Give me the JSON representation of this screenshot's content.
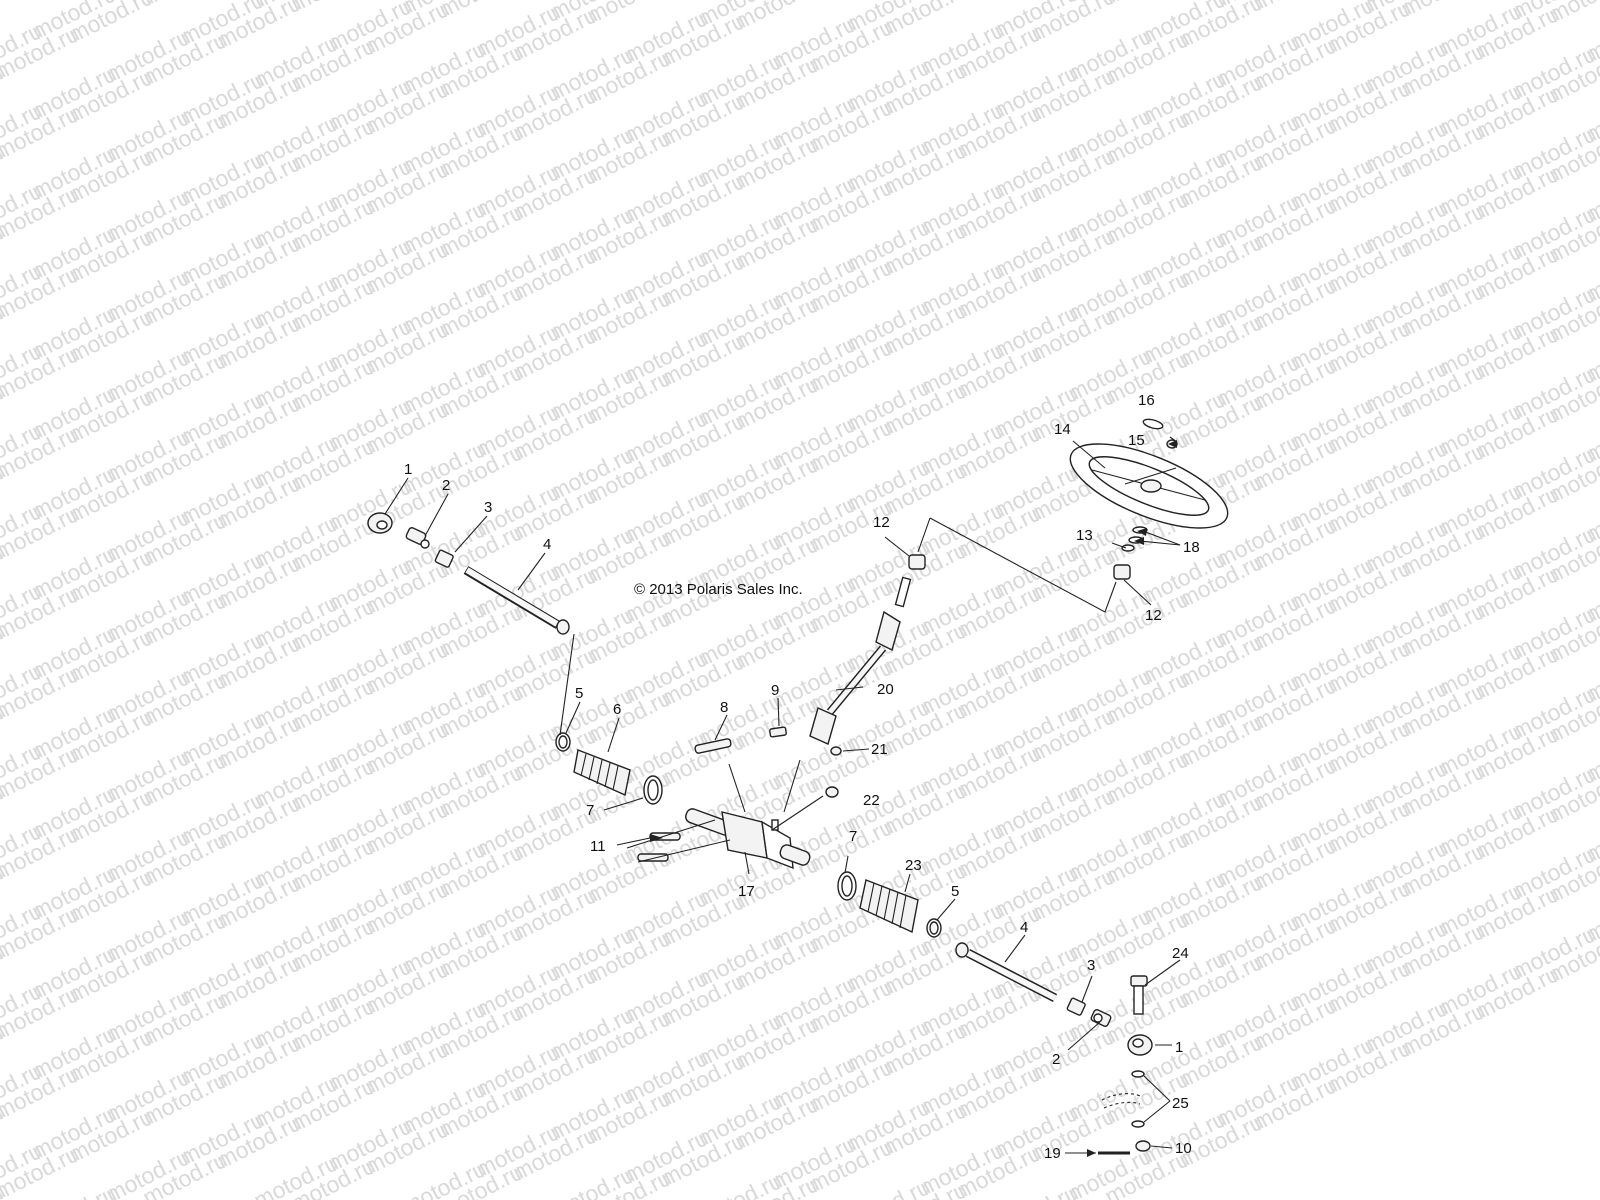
{
  "watermark": {
    "text": "motod.ru"
  },
  "copyright": "© 2013 Polaris Sales Inc.",
  "callouts": {
    "c1a": "1",
    "c2a": "2",
    "c3a": "3",
    "c4a": "4",
    "c5a": "5",
    "c6": "6",
    "c7a": "7",
    "c8": "8",
    "c9": "9",
    "c11": "11",
    "c12a": "12",
    "c12b": "12",
    "c13": "13",
    "c14": "14",
    "c15": "15",
    "c16": "16",
    "c17": "17",
    "c18": "18",
    "c20": "20",
    "c21": "21",
    "c22": "22",
    "c7b": "7",
    "c23": "23",
    "c5b": "5",
    "c4b": "4",
    "c3b": "3",
    "c24": "24",
    "c2b": "2",
    "c1b": "1",
    "c25": "25",
    "c19": "19",
    "c10": "10"
  }
}
